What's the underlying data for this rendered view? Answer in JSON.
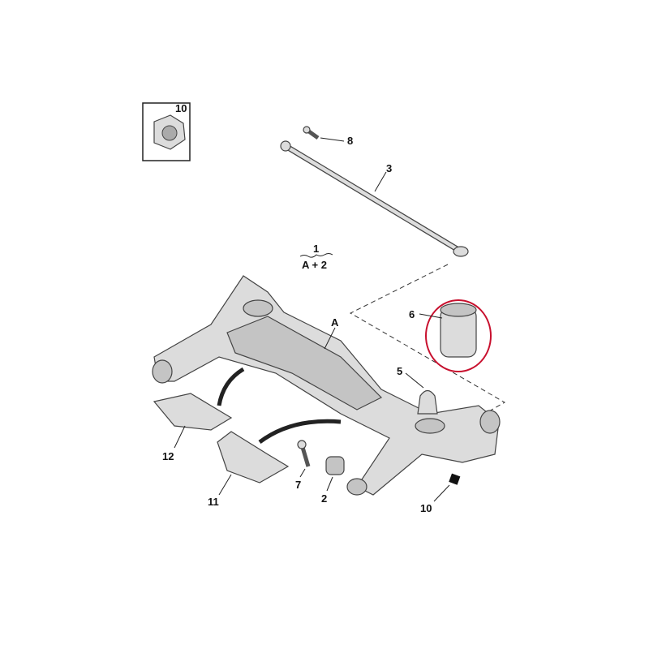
{
  "callouts": {
    "nut_box": "10",
    "bolt_top": "8",
    "rod": "3",
    "assembly_number": "1",
    "assembly_formula": "A + 2",
    "air_spring": "6",
    "axle_beam": "A",
    "bump_stop": "5",
    "shield_left": "12",
    "shield_right": "11",
    "bolt_bottom": "7",
    "bushing": "2",
    "nut_bottom": "10"
  },
  "colors": {
    "highlight": "#c8102e",
    "part_fill": "#dcdcdc",
    "outline": "#444444"
  }
}
